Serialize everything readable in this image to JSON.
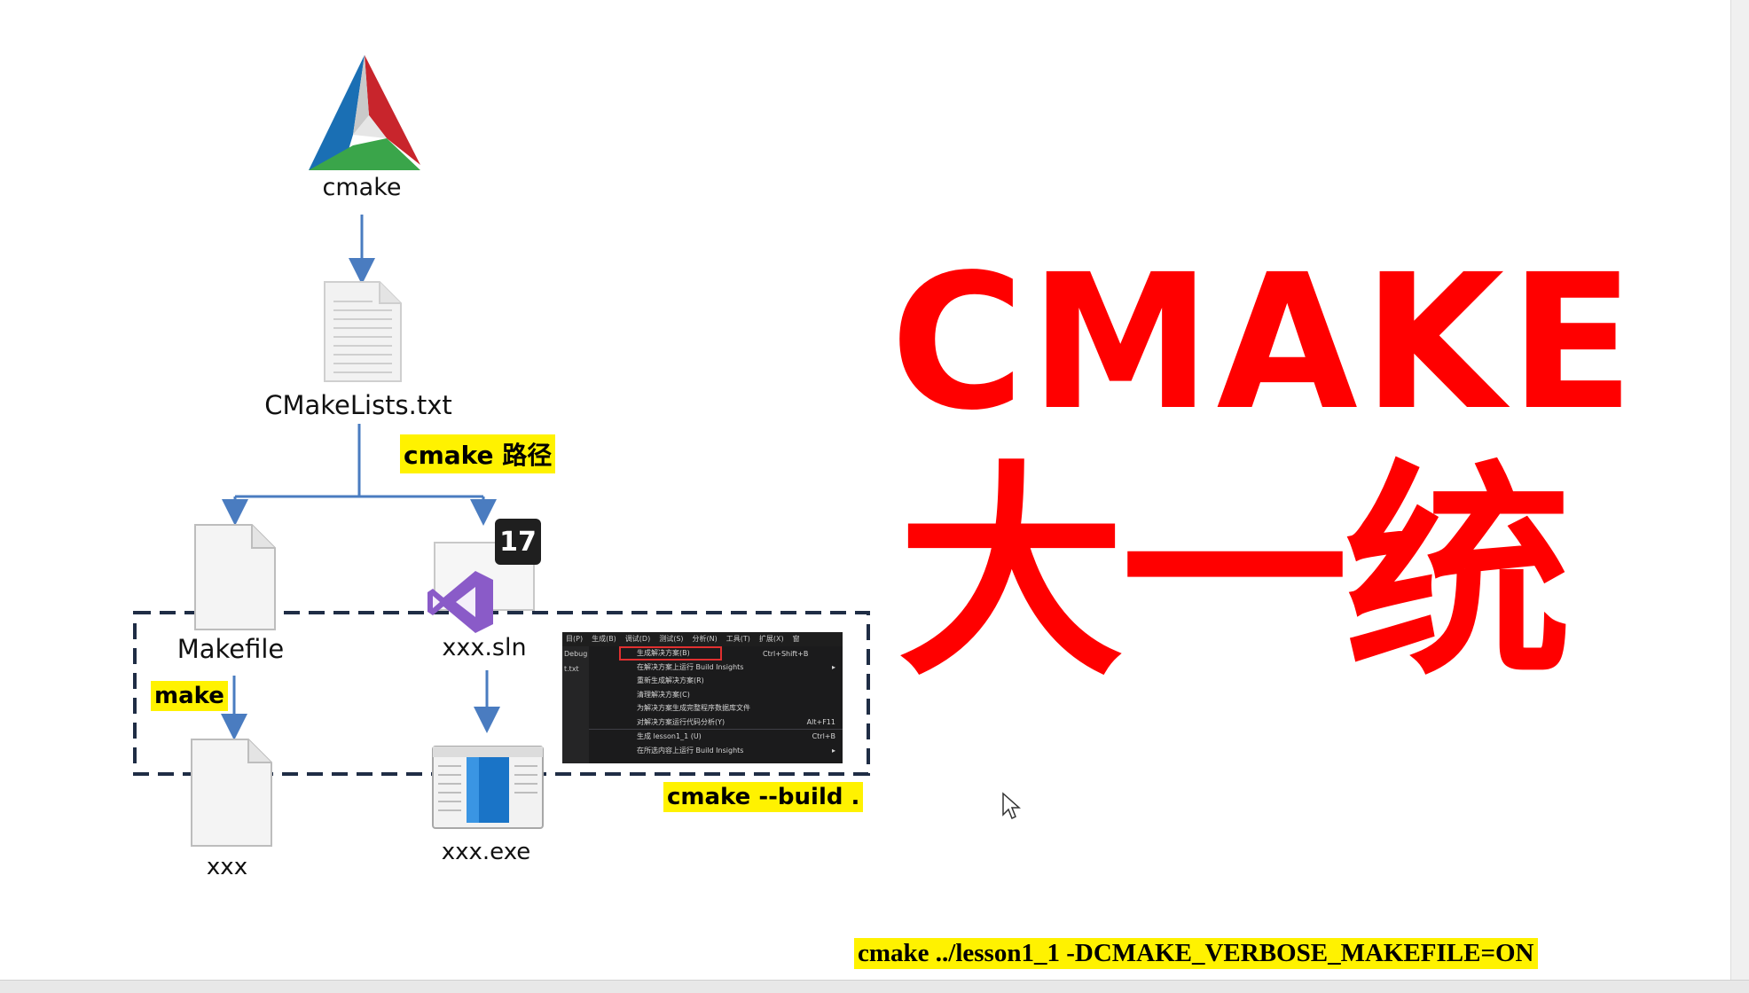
{
  "diagram": {
    "nodes": {
      "cmake_logo_label": "cmake",
      "cmakelists": "CMakeLists.txt",
      "makefile": "Makefile",
      "sln": "xxx.sln",
      "xxx": "xxx",
      "exe": "xxx.exe"
    },
    "annotations": {
      "cmake_path": "cmake 路径",
      "make": "make",
      "cmake_build": "cmake --build ."
    },
    "vs_badge": "17"
  },
  "title": {
    "line1": "CMAKE",
    "line2": "大一统"
  },
  "command": "cmake ../lesson1_1 -DCMAKE_VERBOSE_MAKEFILE=ON",
  "vs_menu": {
    "menubar": [
      "目(P)",
      "生成(B)",
      "调试(D)",
      "测试(S)",
      "分析(N)",
      "工具(T)",
      "扩展(X)",
      "窗"
    ],
    "side": [
      "Debug",
      "t.txt"
    ],
    "items": [
      {
        "label": "生成解决方案(B)",
        "shortcut": "Ctrl+Shift+B"
      },
      {
        "label": "在解决方案上运行 Build Insights",
        "shortcut": "▸"
      },
      {
        "label": "重新生成解决方案(R)",
        "shortcut": ""
      },
      {
        "label": "清理解决方案(C)",
        "shortcut": ""
      },
      {
        "label": "为解决方案生成完整程序数据库文件",
        "shortcut": ""
      },
      {
        "label": "对解决方案运行代码分析(Y)",
        "shortcut": "Alt+F11"
      },
      {
        "label": "生成 lesson1_1 (U)",
        "shortcut": "Ctrl+B"
      },
      {
        "label": "在所选内容上运行 Build Insights",
        "shortcut": "▸"
      }
    ]
  },
  "colors": {
    "accent_red": "#ff0000",
    "highlight": "#fff200",
    "arrow": "#4a7cc0",
    "dashed_box": "#1f2d45"
  }
}
